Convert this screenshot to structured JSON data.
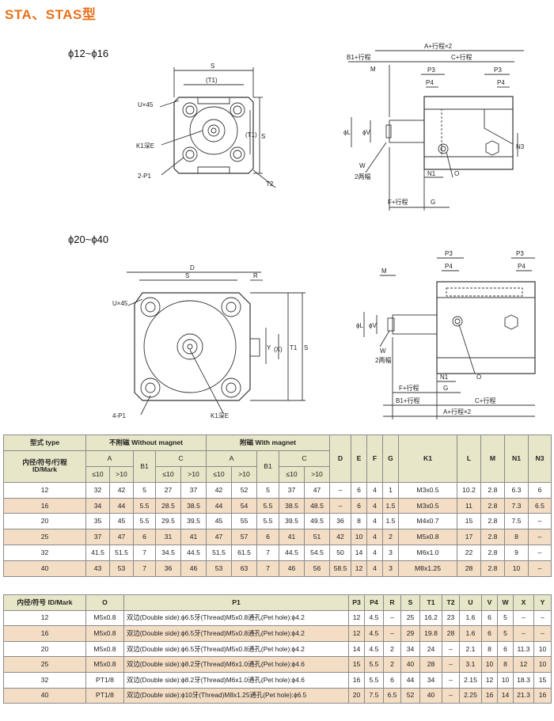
{
  "title": "STA、STAS型",
  "ranges": {
    "small": "ϕ12~ϕ16",
    "large": "ϕ20~ϕ40"
  },
  "labels": {
    "S": "S",
    "T1p": "(T1)",
    "T1": "T1",
    "T1pv": "(T1)",
    "Ux45": "U×45",
    "K1E": "K1深E",
    "P1": "2-P1",
    "T2": "T2",
    "A2": "A+行程×2",
    "B1": "B1+行程",
    "C": "C+行程",
    "M": "M",
    "P3": "P3",
    "P4": "P4",
    "N3": "N3",
    "phiL": "ϕL",
    "phiV": "ϕV",
    "W": "W",
    "W2": "2两幅",
    "N1": "N1",
    "O": "O",
    "F": "F+行程",
    "G": "G",
    "D": "D",
    "R": "R",
    "Y": "Y",
    "X": "(X)",
    "P1b": "4-P1"
  },
  "table1": {
    "h_type": "型式 type",
    "h_without": "不附磁 Without magnet",
    "h_with": "附磁 With magnet",
    "h_id": "内径/符号/行程",
    "h_id2": "ID/Mark",
    "cols": {
      "A": "A",
      "B1": "B1",
      "C": "C",
      "D": "D",
      "E": "E",
      "F": "F",
      "G": "G",
      "K1": "K1",
      "L": "L",
      "M": "M",
      "N1": "N1",
      "N3": "N3"
    },
    "le": "≤10",
    "gt": ">10",
    "rows": [
      [
        "12",
        "32",
        "42",
        "5",
        "27",
        "37",
        "42",
        "52",
        "5",
        "37",
        "47",
        "–",
        "6",
        "4",
        "1",
        "M3x0.5",
        "10.2",
        "2.8",
        "6.3",
        "6"
      ],
      [
        "16",
        "34",
        "44",
        "5.5",
        "28.5",
        "38.5",
        "44",
        "54",
        "5.5",
        "38.5",
        "48.5",
        "–",
        "6",
        "4",
        "1.5",
        "M3x0.5",
        "11",
        "2.8",
        "7.3",
        "6.5"
      ],
      [
        "20",
        "35",
        "45",
        "5.5",
        "29.5",
        "39.5",
        "45",
        "55",
        "5.5",
        "39.5",
        "49.5",
        "36",
        "8",
        "4",
        "1.5",
        "M4x0.7",
        "15",
        "2.8",
        "7.5",
        "–"
      ],
      [
        "25",
        "37",
        "47",
        "6",
        "31",
        "41",
        "47",
        "57",
        "6",
        "41",
        "51",
        "42",
        "10",
        "4",
        "2",
        "M5x0.8",
        "17",
        "2.8",
        "8",
        "–"
      ],
      [
        "32",
        "41.5",
        "51.5",
        "7",
        "34.5",
        "44.5",
        "51.5",
        "61.5",
        "7",
        "44.5",
        "54.5",
        "50",
        "14",
        "4",
        "3",
        "M6x1.0",
        "22",
        "2.8",
        "9",
        "–"
      ],
      [
        "40",
        "43",
        "53",
        "7",
        "36",
        "46",
        "53",
        "63",
        "7",
        "46",
        "56",
        "58.5",
        "12",
        "4",
        "3",
        "M8x1.25",
        "28",
        "2.8",
        "10",
        "–"
      ]
    ]
  },
  "table2": {
    "header": [
      "内径/符号 ID/Mark",
      "O",
      "P1",
      "P3",
      "P4",
      "R",
      "S",
      "T1",
      "T2",
      "U",
      "V",
      "W",
      "X",
      "Y"
    ],
    "rows": [
      [
        "12",
        "M5x0.8",
        "双边(Double side):ϕ6.5牙(Thread)M5x0.8通孔(Pet hole):ϕ4.2",
        "12",
        "4.5",
        "–",
        "25",
        "16.2",
        "23",
        "1.6",
        "6",
        "5",
        "–",
        "–"
      ],
      [
        "16",
        "M5x0.8",
        "双边(Double side):ϕ6.5牙(Thread)M5x0.8通孔(Pet hole):ϕ4.2",
        "12",
        "4.5",
        "–",
        "29",
        "19.8",
        "28",
        "1.6",
        "6",
        "5",
        "–",
        "–"
      ],
      [
        "20",
        "M5x0.8",
        "双边(Double side):ϕ6.5牙(Thread)M5x0.8通孔(Pet hole):ϕ4.2",
        "14",
        "4.5",
        "2",
        "34",
        "24",
        "–",
        "2.1",
        "8",
        "6",
        "11.3",
        "10"
      ],
      [
        "25",
        "M5x0.8",
        "双边(Double side):ϕ8.2牙(Thread)M6x1.0通孔(Pet hole):ϕ4.6",
        "15",
        "5.5",
        "2",
        "40",
        "28",
        "–",
        "3.1",
        "10",
        "8",
        "12",
        "10"
      ],
      [
        "32",
        "PT1/8",
        "双边(Double side):ϕ8.2牙(Thread)M6x1.0通孔(Pet hole):ϕ4.6",
        "16",
        "5.5",
        "6",
        "44",
        "34",
        "–",
        "2.15",
        "12",
        "10",
        "18.3",
        "15"
      ],
      [
        "40",
        "PT1/8",
        "双边(Double side):ϕ10牙(Thread)M8x1.25通孔(Pet hole):ϕ6.5",
        "20",
        "7.5",
        "6.5",
        "52",
        "40",
        "–",
        "2.25",
        "16",
        "14",
        "21.3",
        "16"
      ]
    ]
  }
}
